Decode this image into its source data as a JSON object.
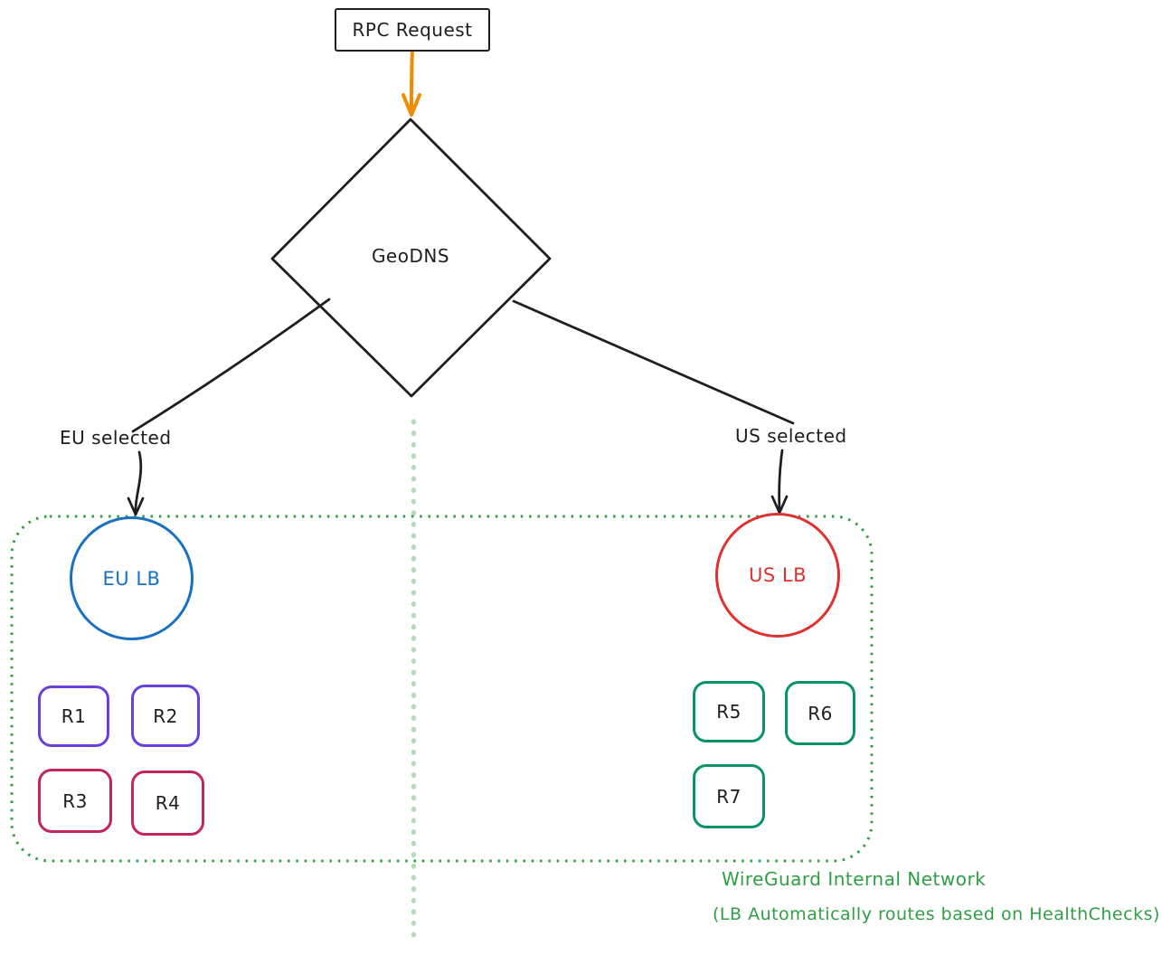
{
  "diagram": {
    "rpc_box": {
      "label": "RPC Request"
    },
    "geodns": {
      "label": "GeoDNS"
    },
    "branches": {
      "eu": {
        "label": "EU selected"
      },
      "us": {
        "label": "US selected"
      }
    },
    "load_balancers": {
      "eu": {
        "label": "EU LB",
        "color": "#1971c2"
      },
      "us": {
        "label": "US LB",
        "color": "#e03131"
      }
    },
    "servers": {
      "eu": [
        {
          "label": "R1",
          "color": "#6741d9"
        },
        {
          "label": "R2",
          "color": "#6741d9"
        },
        {
          "label": "R3",
          "color": "#c2255c"
        },
        {
          "label": "R4",
          "color": "#c2255c"
        }
      ],
      "us": [
        {
          "label": "R5",
          "color": "#099268"
        },
        {
          "label": "R6",
          "color": "#099268"
        },
        {
          "label": "R7",
          "color": "#099268"
        }
      ]
    },
    "network": {
      "caption_line1": "WireGuard Internal Network",
      "caption_line2": "(LB Automatically routes based on HealthChecks)",
      "border_color": "#2f9e44",
      "divider_color": "#b2dcb8"
    },
    "colors": {
      "ink": "#1e1e1e",
      "request_arrow_orange": "#f08c00"
    }
  }
}
